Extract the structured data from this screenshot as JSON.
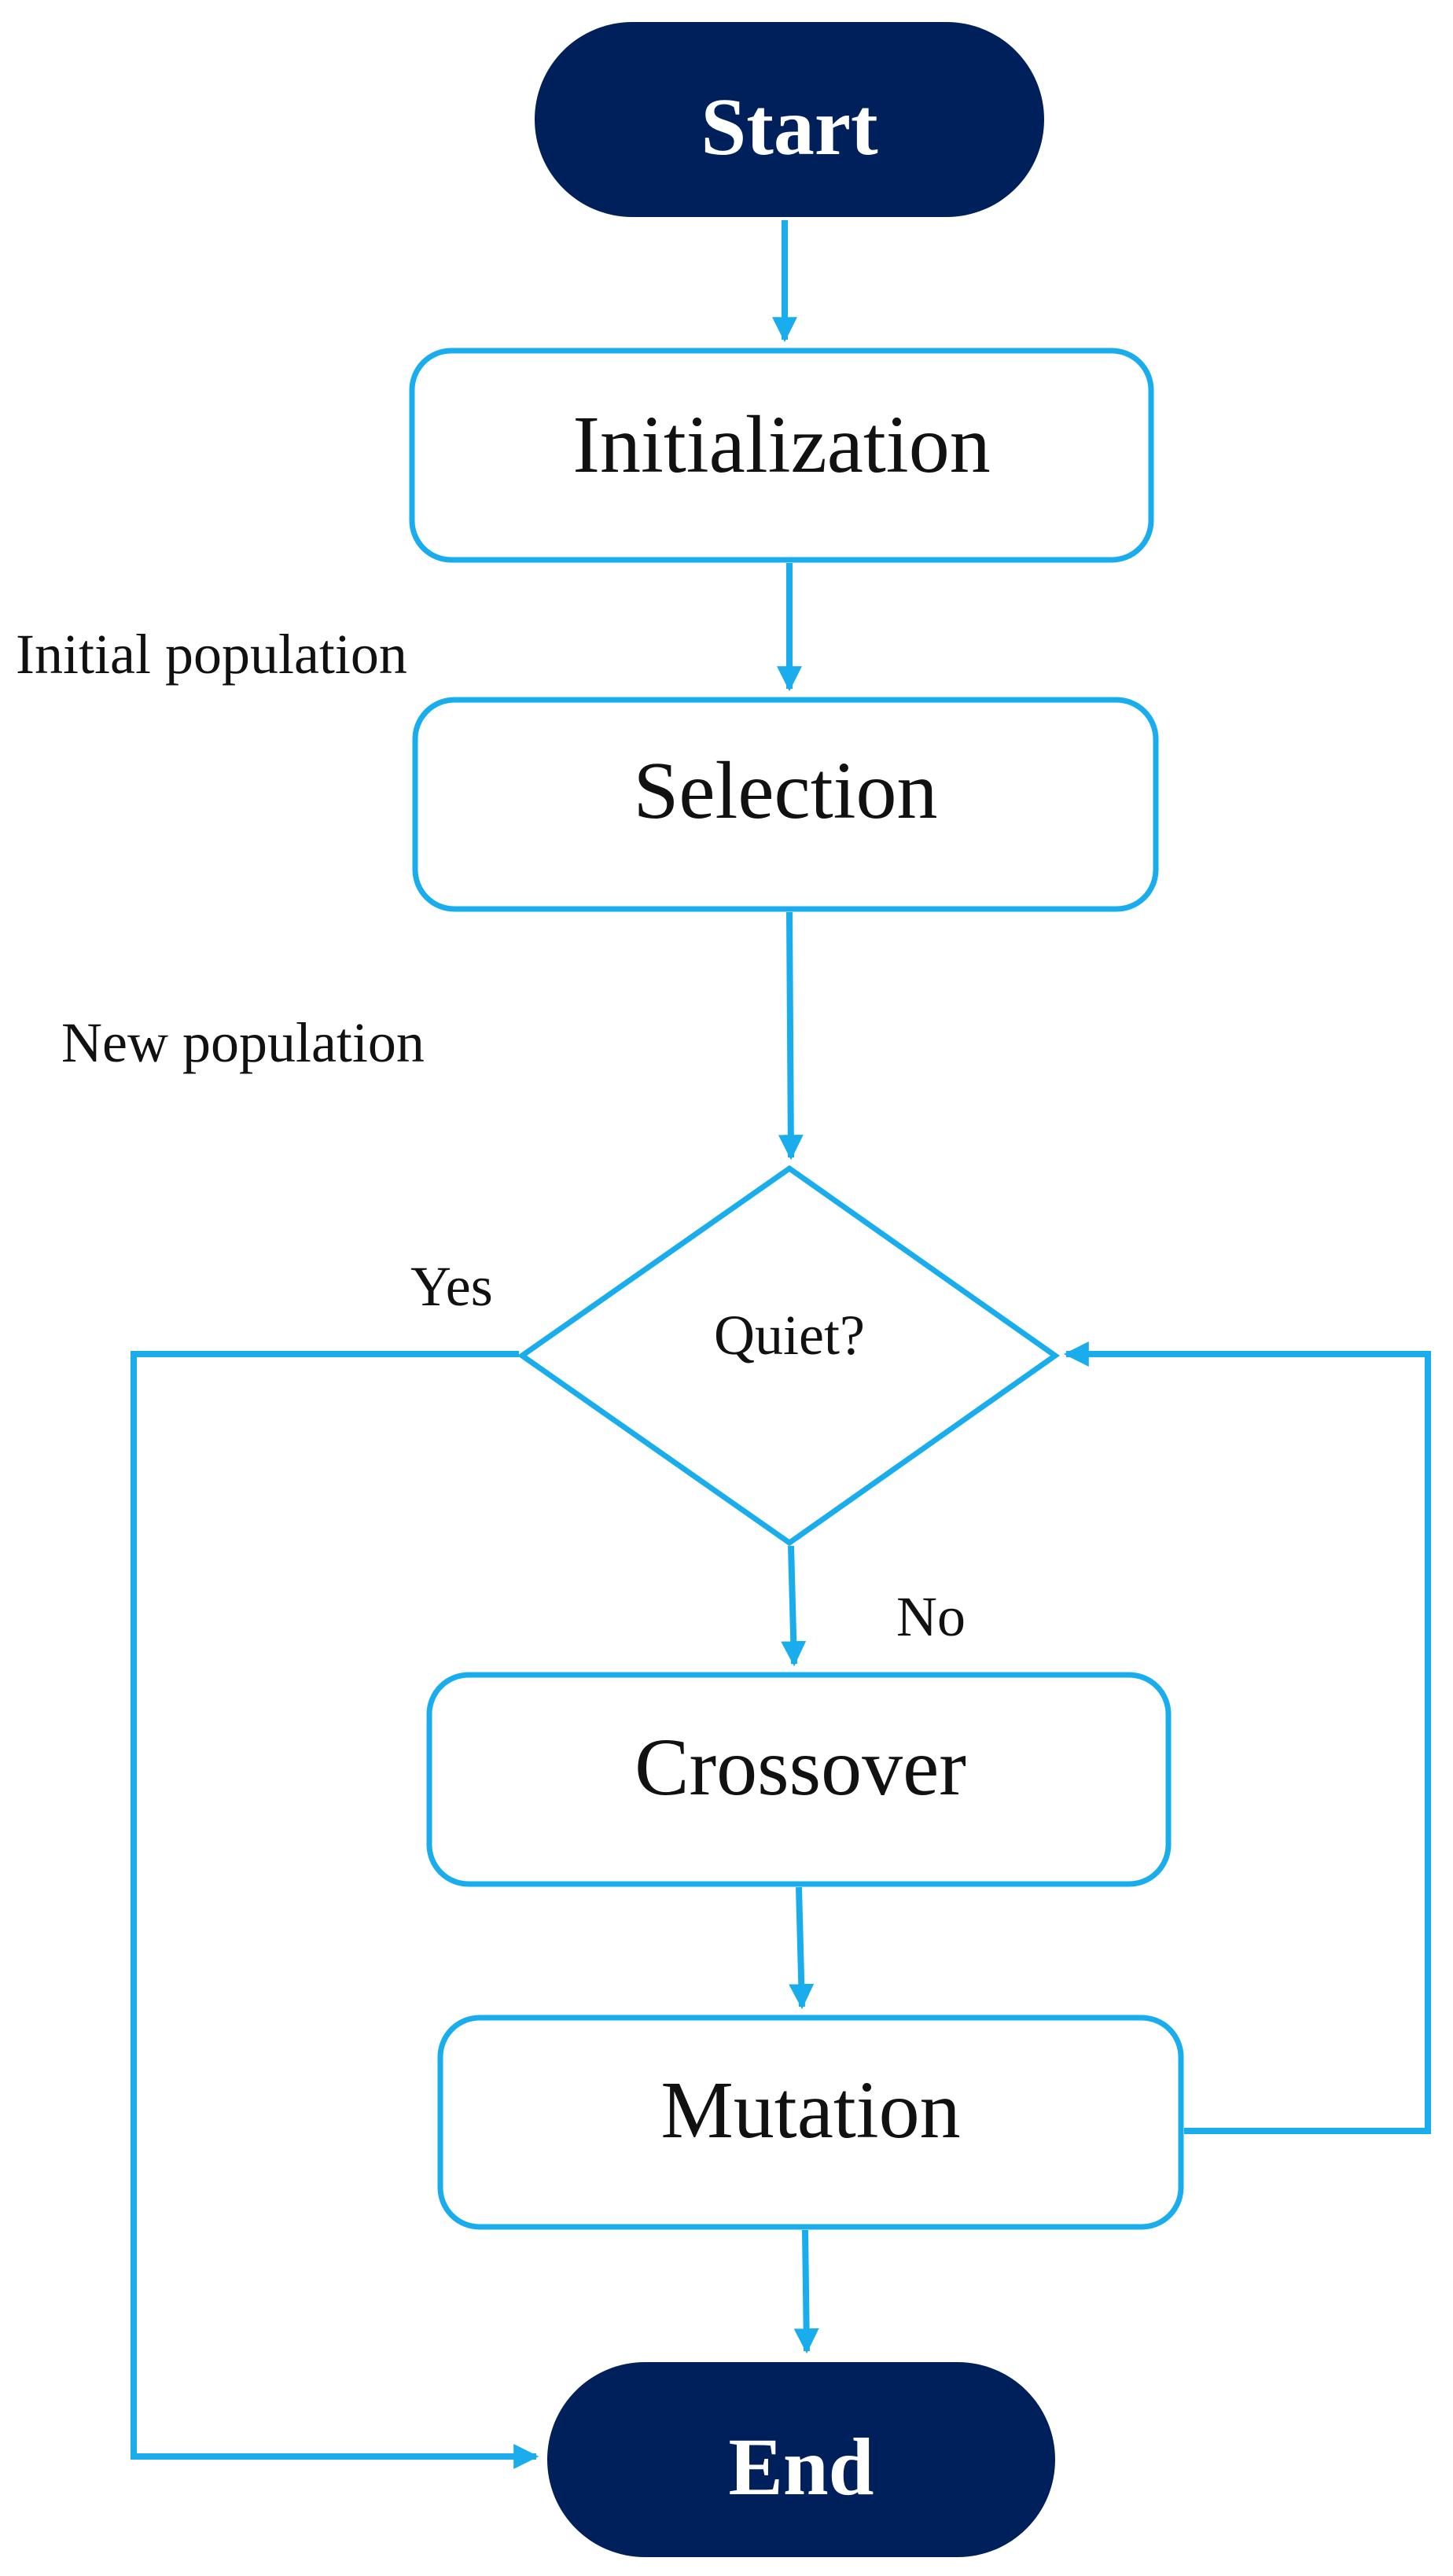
{
  "nodes": {
    "start": "Start",
    "initialization": "Initialization",
    "selection": "Selection",
    "decision": "Quiet?",
    "crossover": "Crossover",
    "mutation": "Mutation",
    "end": "End"
  },
  "labels": {
    "initial_population": "Initial population",
    "new_population": "New population",
    "yes": "Yes",
    "no": "No"
  },
  "colors": {
    "terminal_fill": "#00205B",
    "flow_line": "#1AADEE",
    "box_border": "#1AADEE",
    "text": "#111111"
  }
}
